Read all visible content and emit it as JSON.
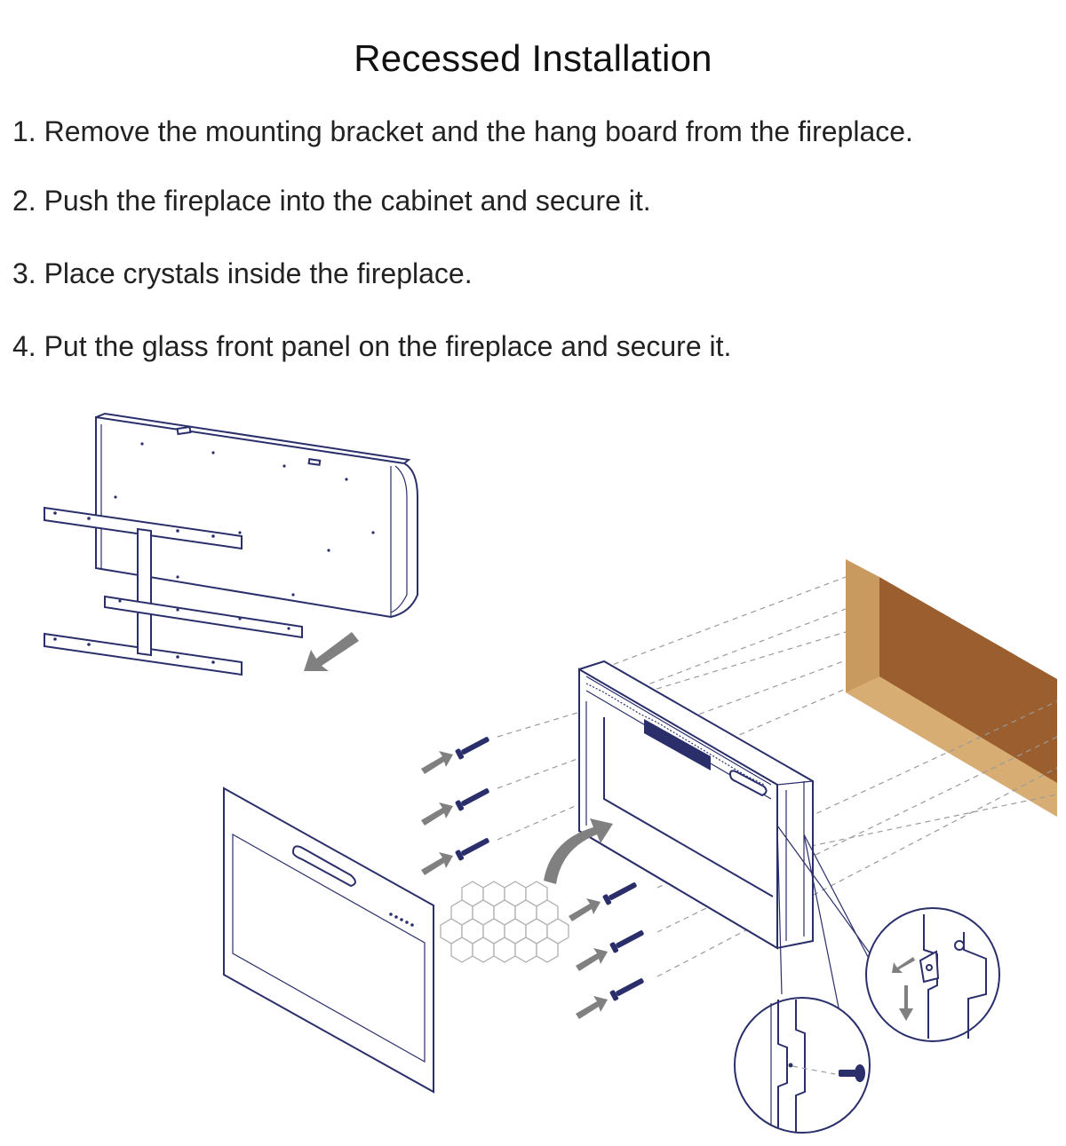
{
  "title": "Recessed Installation",
  "steps": [
    "1. Remove the mounting bracket and the hang board from the fireplace.",
    "2. Push the fireplace into the cabinet and secure it.",
    "3. Place crystals inside the fireplace.",
    "4. Put the glass front panel on the fireplace and secure it."
  ],
  "colors": {
    "line": "#2a2f6b",
    "arrow": "#808080",
    "cabinet_inner": "#9b5e2e",
    "cabinet_face": "#c99a5f",
    "cabinet_top": "#b07a42"
  },
  "icons": {
    "removal_arrow": "arrow-down-left-icon",
    "insert_arrow": "arrow-up-right-icon",
    "curved_arrow": "curved-arrow-icon"
  }
}
